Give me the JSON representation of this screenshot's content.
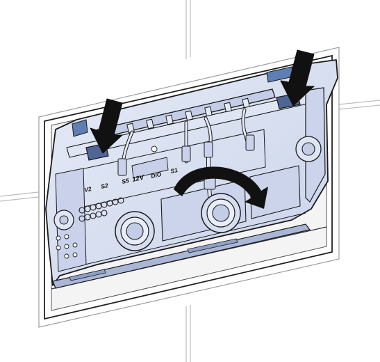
{
  "panel_labels": {
    "v2": "V2",
    "s2": "S2",
    "s5": "S5",
    "v12": "12V",
    "dio": "DIO",
    "s1": "S1"
  },
  "colors": {
    "panel_fill": "#d4dcef",
    "panel_fill_light": "#e6ebf6",
    "panel_shadow": "#aab6d6",
    "blue_accent": "#5f7fb3",
    "outline": "#1a1a1a",
    "wall_line": "#bdbdbd"
  },
  "icons": {
    "press_arrows": "down-arrow-icon",
    "rotate_arrow": "curved-arrow-icon"
  }
}
